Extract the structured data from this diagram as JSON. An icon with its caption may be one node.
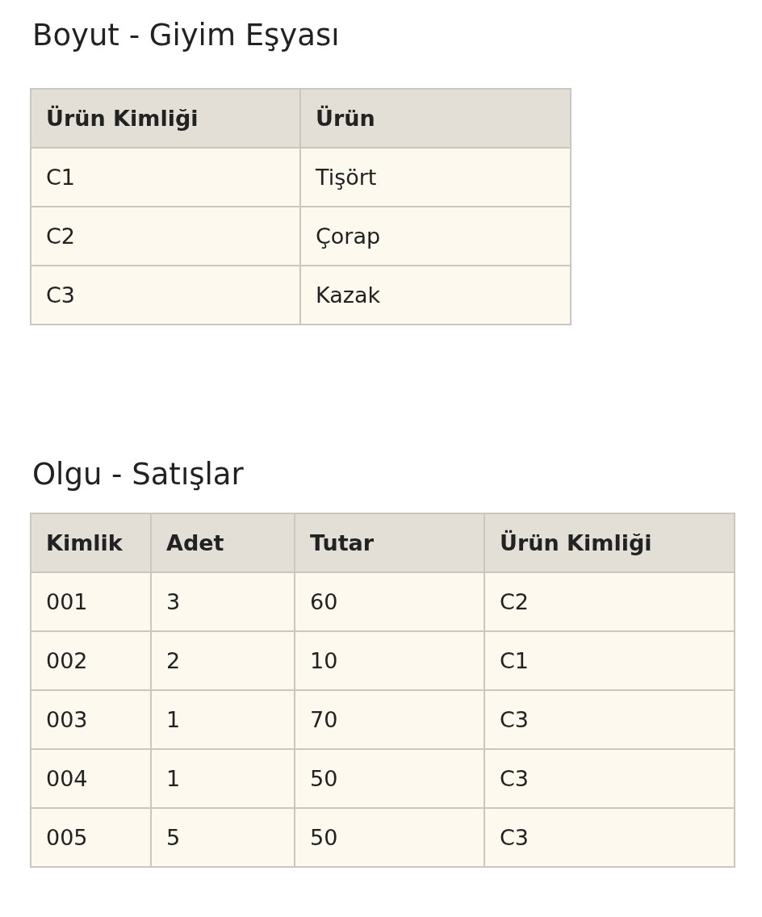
{
  "diagram": {
    "labels": [
      "Boyut - Giyim Eşyası",
      "Ürün Kimliği",
      "Ürün",
      "C1",
      "Tişört",
      "C2",
      "Çorap",
      "C3",
      "Kazak",
      "Olgu - Satışlar",
      "Kimlik",
      "Adet",
      "Tutar",
      "Ürün Kimliği",
      "001",
      "3",
      "60",
      "C2",
      "002",
      "2",
      "10",
      "C1",
      "003",
      "1",
      "70",
      "C3",
      "004",
      "1",
      "50",
      "C3",
      "005",
      "5",
      "50",
      "C3"
    ]
  }
}
